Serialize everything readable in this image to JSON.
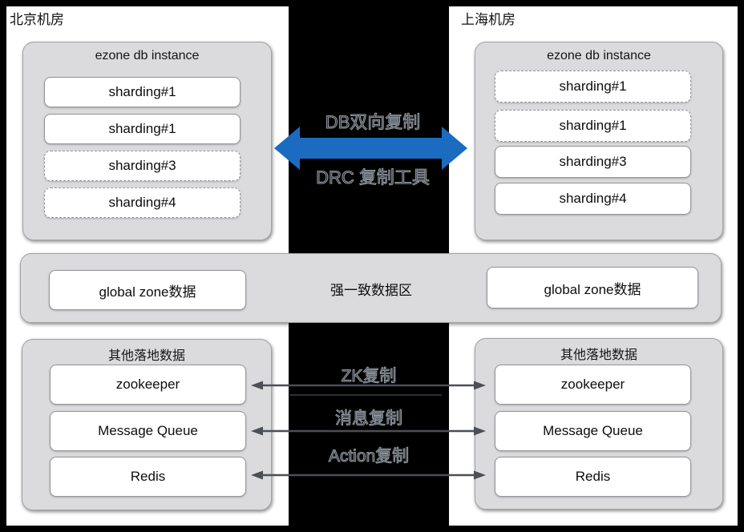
{
  "colors": {
    "canvas_bg": "#000000",
    "panel_bg": "#ffffff",
    "container_bg": "#dbdbdd",
    "container_border": "#a2a2a5",
    "white_box_border": "#95959a",
    "arrow_blue": "#1b6cc0",
    "arrow_gray": "#4b4f56"
  },
  "beijing": {
    "title": "北京机房",
    "db": {
      "title": "ezone db instance",
      "shards": [
        {
          "label": "sharding#1",
          "dashed": false
        },
        {
          "label": "sharding#1",
          "dashed": false
        },
        {
          "label": "sharding#3",
          "dashed": true
        },
        {
          "label": "sharding#4",
          "dashed": true
        }
      ]
    },
    "global_label": "global zone数据",
    "other": {
      "title": "其他落地数据",
      "items": [
        "zookeeper",
        "Message Queue",
        "Redis"
      ]
    }
  },
  "shanghai": {
    "title": "上海机房",
    "db": {
      "title": "ezone db instance",
      "shards": [
        {
          "label": "sharding#1",
          "dashed": true
        },
        {
          "label": "sharding#1",
          "dashed": true
        },
        {
          "label": "sharding#3",
          "dashed": false
        },
        {
          "label": "sharding#4",
          "dashed": false
        }
      ]
    },
    "global_label": "global zone数据",
    "other": {
      "title": "其他落地数据",
      "items": [
        "zookeeper",
        "Message Queue",
        "Redis"
      ]
    }
  },
  "center": {
    "db_replication_label": "DB双向复制",
    "drc_tool_label": "DRC 复制工具",
    "band_label": "强一致数据区",
    "links": [
      "ZK复制",
      "消息复制",
      "Action复制"
    ]
  }
}
